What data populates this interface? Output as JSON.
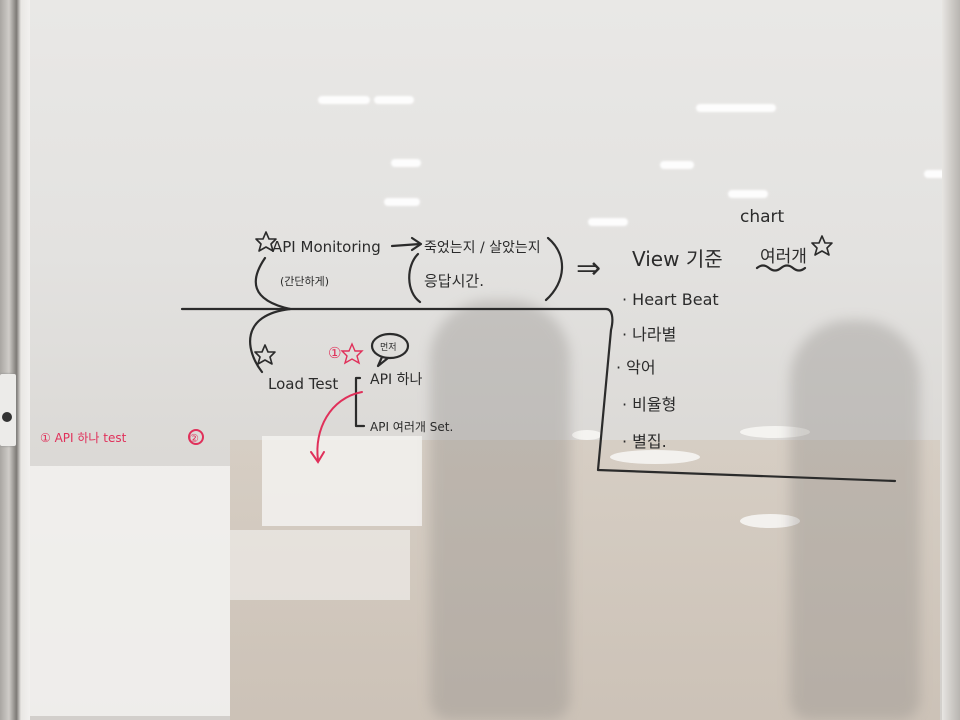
{
  "whiteboard": {
    "api_monitoring": "API Monitoring",
    "api_monitoring_sub": "(간단하게)",
    "monitoring_arrow": "→",
    "status_line": "죽었는지 / 살았는지",
    "response_time": "응답시간.",
    "implies": "⇒",
    "view_basis": "View 기준",
    "chart_word": "chart",
    "multiple": "여러개",
    "list_items": [
      "· Heart Beat",
      "· 나라별",
      "· 악어",
      "· 비율형",
      "· 별집."
    ],
    "load_test": "Load Test",
    "api_single": "API 하나",
    "api_multi": "API 여러개 Set.",
    "bubble_text": "먼저",
    "circle_one": "①",
    "left_note": "① API 하나 test",
    "left_note_two": "②"
  },
  "colors": {
    "marker_black": "#2b2b2b",
    "marker_red": "#e0305a"
  }
}
